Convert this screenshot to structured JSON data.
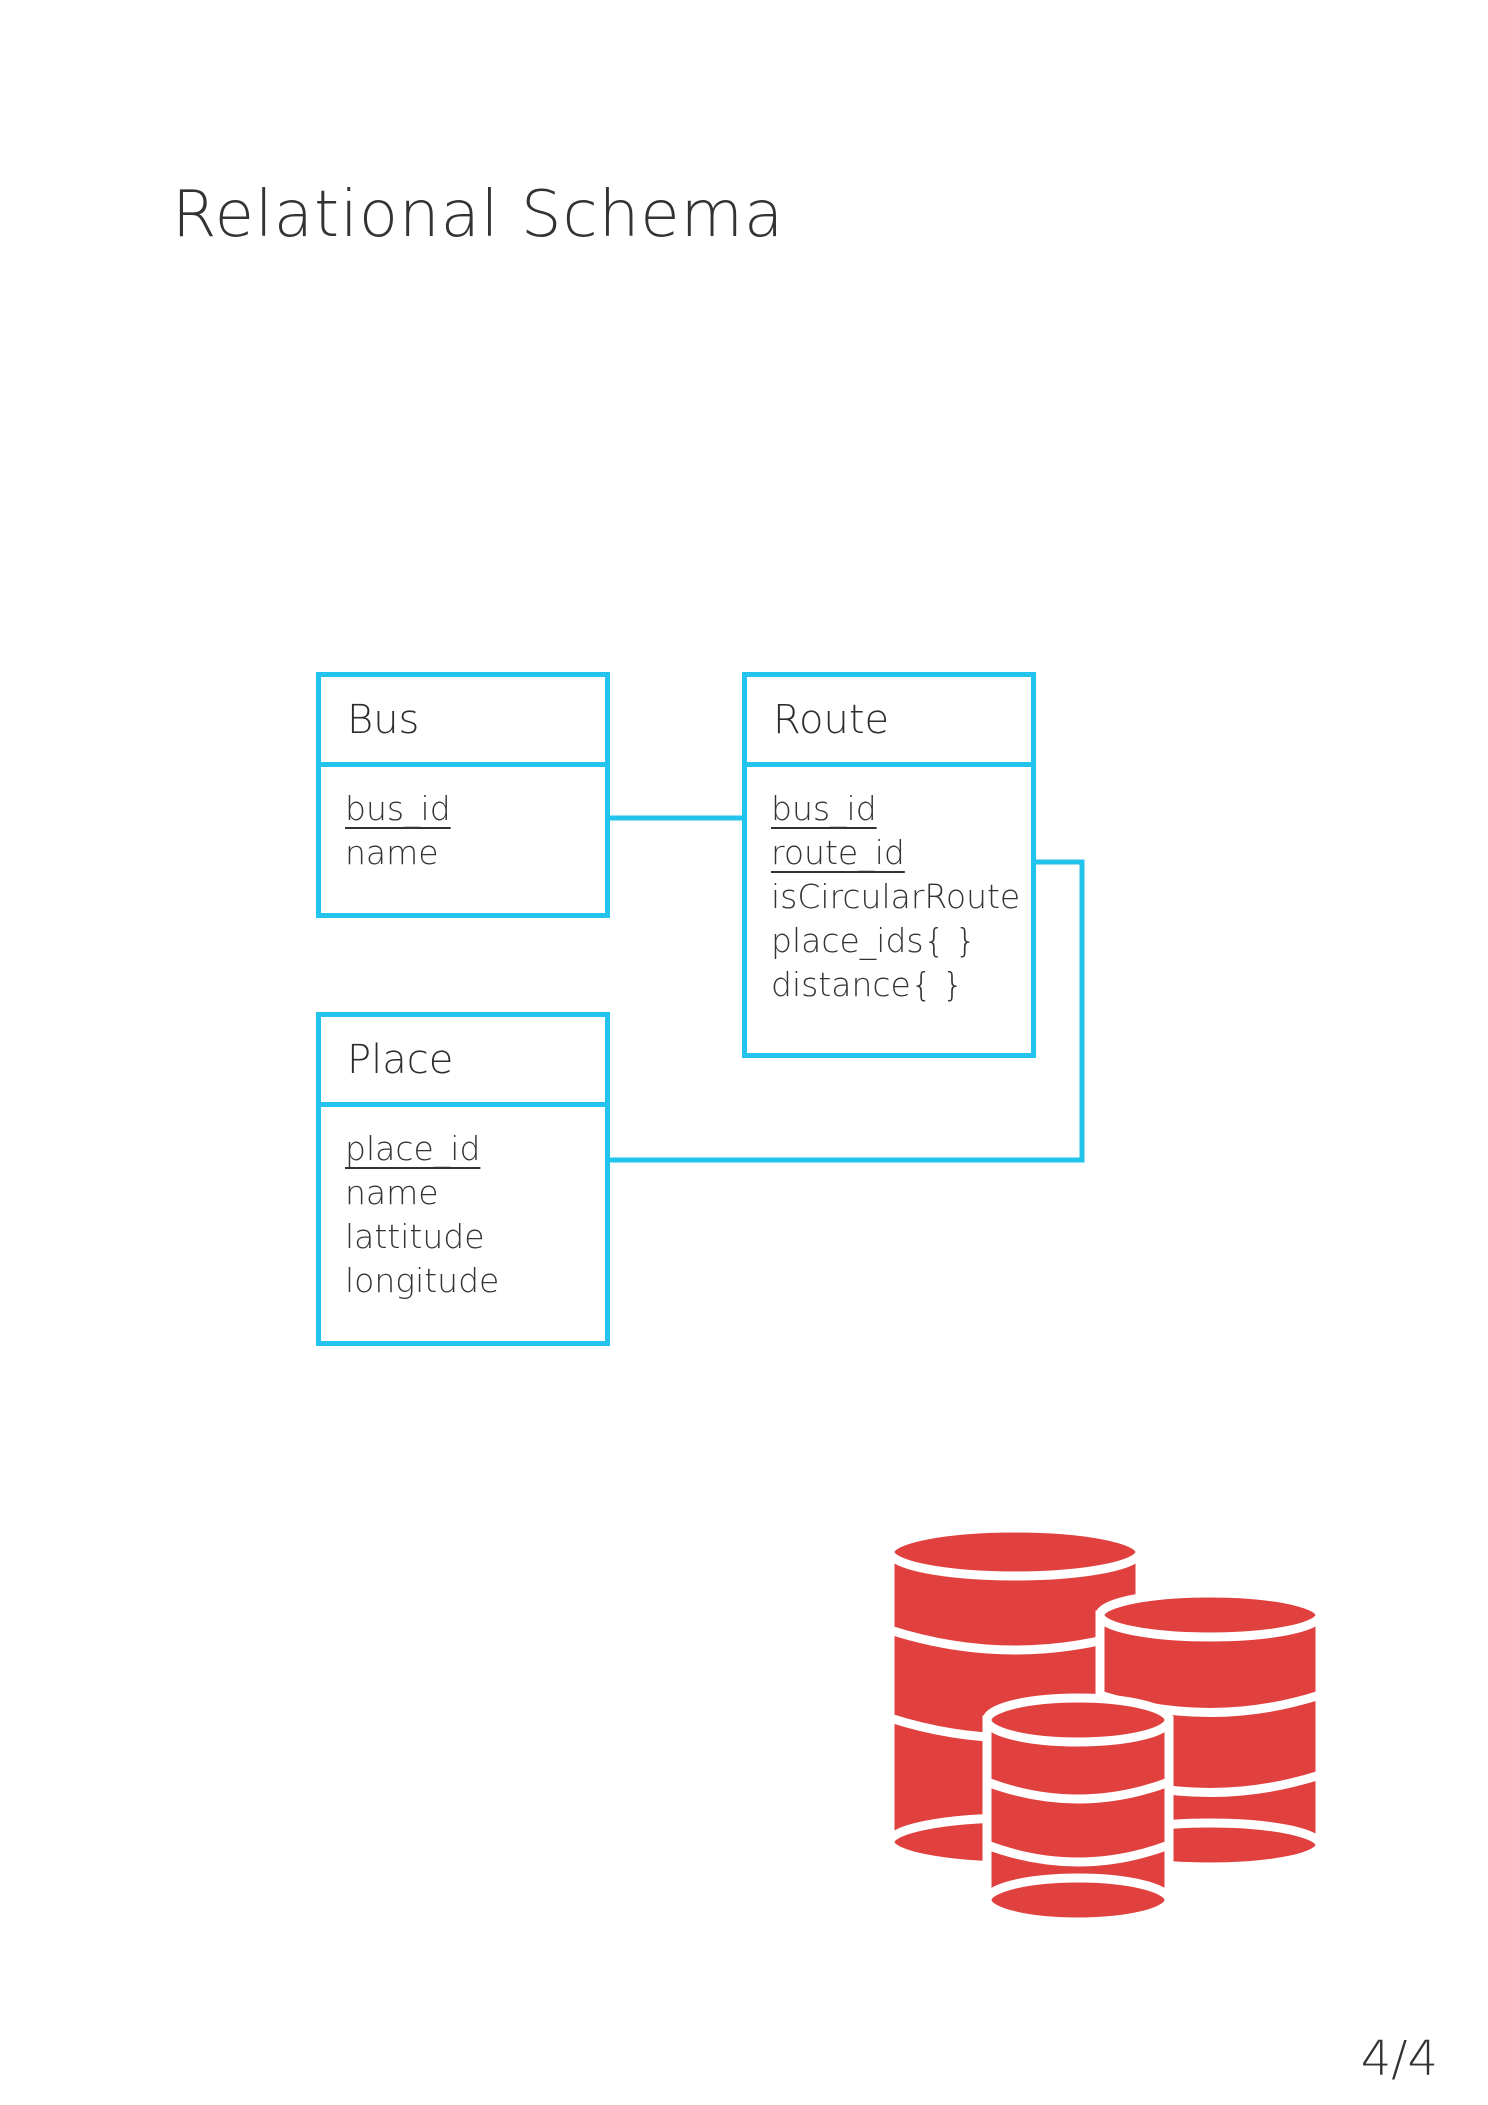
{
  "title": "Relational Schema",
  "page_number": "4/4",
  "colors": {
    "entity_border": "#22c3ec",
    "connector": "#22c3ec",
    "database_icon": "#e0403e",
    "text": "#333333",
    "background": "#ffffff"
  },
  "entities": {
    "bus": {
      "name": "Bus",
      "attributes": [
        {
          "label": "bus_id",
          "primary_key": true
        },
        {
          "label": "name",
          "primary_key": false
        }
      ]
    },
    "route": {
      "name": "Route",
      "attributes": [
        {
          "label": "bus_id",
          "primary_key": true
        },
        {
          "label": "route_id",
          "primary_key": true
        },
        {
          "label": "isCircularRoute",
          "primary_key": false
        },
        {
          "label": "place_ids{ }",
          "primary_key": false
        },
        {
          "label": "distance{ }",
          "primary_key": false
        }
      ]
    },
    "place": {
      "name": "Place",
      "attributes": [
        {
          "label": "place_id",
          "primary_key": true
        },
        {
          "label": "name",
          "primary_key": false
        },
        {
          "label": "lattitude",
          "primary_key": false
        },
        {
          "label": "longitude",
          "primary_key": false
        }
      ]
    }
  },
  "relationships": [
    {
      "from": "Bus",
      "to": "Route"
    },
    {
      "from": "Route",
      "to": "Place"
    }
  ],
  "icons": {
    "database": "database-stack-icon"
  }
}
